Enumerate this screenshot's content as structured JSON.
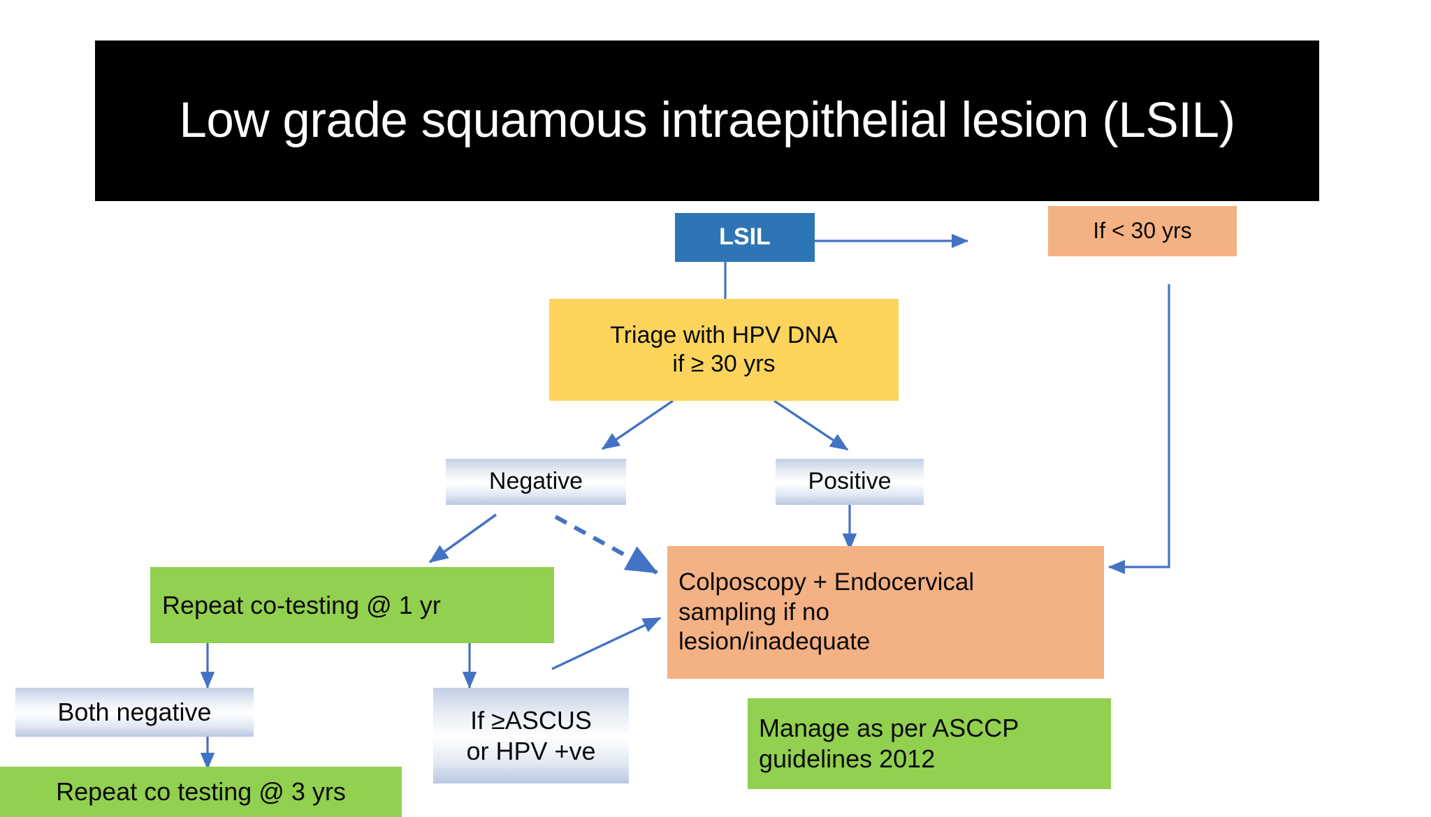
{
  "slide": {
    "title": "Low grade squamous intraepithelial lesion (LSIL)",
    "background_color": "#FFFFFF",
    "title_background_color": "#000000",
    "title_text_color": "#FFFFFF"
  },
  "palette": {
    "blue_fill": "#2E75B6",
    "yellow_fill": "#FCD45C",
    "peach_fill": "#F4B183",
    "green_fill": "#92D050",
    "gradient_blue_fill": "#C3CFE4",
    "connector_blue": "#4472C4"
  },
  "flowchart": {
    "nodes": {
      "lsil": {
        "label": "LSIL",
        "style": "blue"
      },
      "if_under_30": {
        "label": "If < 30 yrs",
        "style": "peach"
      },
      "triage": {
        "label": "Triage with HPV DNA if ≥ 30 yrs",
        "line1": "Triage with HPV DNA",
        "line2": "if ≥ 30 yrs",
        "style": "yellow"
      },
      "negative": {
        "label": "Negative",
        "style": "gradient"
      },
      "positive": {
        "label": "Positive",
        "style": "gradient"
      },
      "repeat_1yr": {
        "label": "Repeat co-testing @ 1 yr",
        "style": "green"
      },
      "colposcopy": {
        "label": "Colposcopy + Endocervical sampling if no lesion/inadequate",
        "line1": "Colposcopy + Endocervical",
        "line2": "sampling if no",
        "line3": "lesion/inadequate",
        "style": "peach"
      },
      "both_negative": {
        "label": "Both negative",
        "style": "gradient"
      },
      "if_ascus": {
        "label": "If ≥ASCUS or HPV +ve",
        "line1": "If ≥ASCUS",
        "line2": "or HPV +ve",
        "style": "gradient"
      },
      "repeat_3yrs": {
        "label": "Repeat co testing @ 3 yrs",
        "style": "green"
      },
      "ascpp_guidelines": {
        "label": "Manage as per ASCCP guidelines 2012",
        "line1": "Manage as per ASCCP",
        "line2": "guidelines 2012",
        "style": "green"
      }
    },
    "edges": [
      {
        "from": "lsil",
        "to": "if_under_30",
        "style": "solid",
        "arrow": true
      },
      {
        "from": "lsil",
        "to": "triage",
        "style": "solid",
        "arrow": false
      },
      {
        "from": "triage",
        "to": "negative",
        "style": "solid",
        "arrow": true
      },
      {
        "from": "triage",
        "to": "positive",
        "style": "solid",
        "arrow": true
      },
      {
        "from": "negative",
        "to": "repeat_1yr",
        "style": "solid",
        "arrow": true
      },
      {
        "from": "negative",
        "to": "colposcopy",
        "style": "dashed",
        "arrow": true
      },
      {
        "from": "positive",
        "to": "colposcopy",
        "style": "solid",
        "arrow": true
      },
      {
        "from": "if_under_30",
        "to": "colposcopy",
        "style": "solid",
        "arrow": true
      },
      {
        "from": "repeat_1yr",
        "to": "both_negative",
        "style": "solid",
        "arrow": true
      },
      {
        "from": "repeat_1yr",
        "to": "if_ascus",
        "style": "solid",
        "arrow": true
      },
      {
        "from": "both_negative",
        "to": "repeat_3yrs",
        "style": "solid",
        "arrow": true
      },
      {
        "from": "if_ascus",
        "to": "colposcopy",
        "style": "solid",
        "arrow": true
      }
    ]
  }
}
